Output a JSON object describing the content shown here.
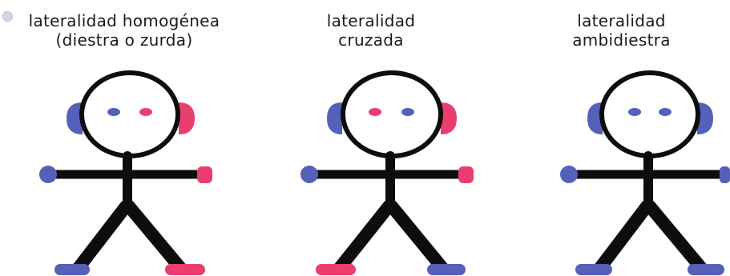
{
  "colors": {
    "left": "#5560b8",
    "right": "#ea3e6e",
    "ink": "#0d0d0d"
  },
  "panels": [
    {
      "title_line1": "lateralidad homogénea",
      "title_line2": "(diestra o zurda)",
      "eyes": [
        "left",
        "right"
      ],
      "ears": [
        "left",
        "right"
      ],
      "hands": [
        "left",
        "right"
      ],
      "feet": [
        "left",
        "right"
      ]
    },
    {
      "title_line1": "lateralidad",
      "title_line2": "cruzada",
      "eyes": [
        "right",
        "left"
      ],
      "ears": [
        "left",
        "right"
      ],
      "hands": [
        "left",
        "right"
      ],
      "feet": [
        "right",
        "left"
      ]
    },
    {
      "title_line1": "lateralidad",
      "title_line2": "ambidiestra",
      "eyes": [
        "left",
        "left"
      ],
      "ears": [
        "left",
        "left"
      ],
      "hands": [
        "left",
        "left"
      ],
      "feet": [
        "left",
        "left"
      ]
    }
  ]
}
